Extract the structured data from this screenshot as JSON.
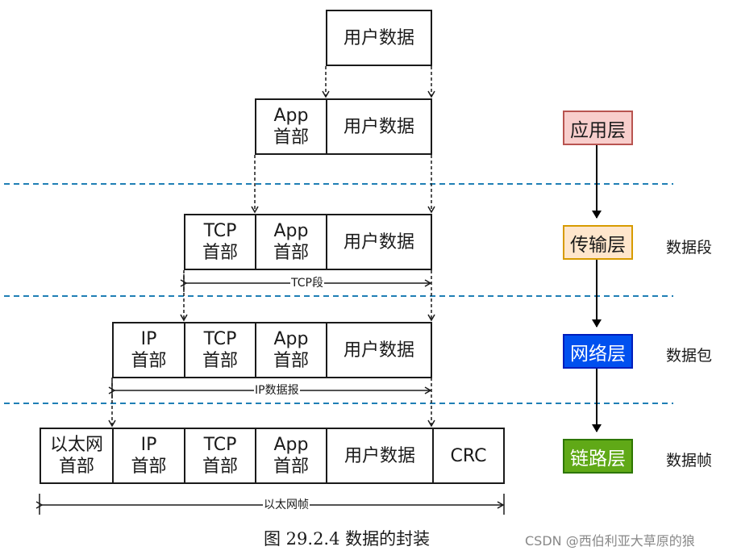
{
  "diagram": {
    "rows": [
      {
        "id": "row-user",
        "cells": [
          {
            "name": "user-data",
            "lines": [
              "用户数据"
            ]
          }
        ]
      },
      {
        "id": "row-app",
        "cells": [
          {
            "name": "app-header",
            "lines": [
              "App",
              "首部"
            ]
          },
          {
            "name": "user-data",
            "lines": [
              "用户数据"
            ]
          }
        ]
      },
      {
        "id": "row-tcp",
        "cells": [
          {
            "name": "tcp-header",
            "lines": [
              "TCP",
              "首部"
            ]
          },
          {
            "name": "app-header",
            "lines": [
              "App",
              "首部"
            ]
          },
          {
            "name": "user-data",
            "lines": [
              "用户数据"
            ]
          }
        ]
      },
      {
        "id": "row-ip",
        "cells": [
          {
            "name": "ip-header",
            "lines": [
              "IP",
              "首部"
            ]
          },
          {
            "name": "tcp-header",
            "lines": [
              "TCP",
              "首部"
            ]
          },
          {
            "name": "app-header",
            "lines": [
              "App",
              "首部"
            ]
          },
          {
            "name": "user-data",
            "lines": [
              "用户数据"
            ]
          }
        ]
      },
      {
        "id": "row-eth",
        "cells": [
          {
            "name": "ethernet-header",
            "lines": [
              "以太网",
              "首部"
            ]
          },
          {
            "name": "ip-header",
            "lines": [
              "IP",
              "首部"
            ]
          },
          {
            "name": "tcp-header",
            "lines": [
              "TCP",
              "首部"
            ]
          },
          {
            "name": "app-header",
            "lines": [
              "App",
              "首部"
            ]
          },
          {
            "name": "user-data",
            "lines": [
              "用户数据"
            ]
          },
          {
            "name": "crc",
            "lines": [
              "CRC"
            ]
          }
        ]
      }
    ],
    "spans": {
      "tcp": "TCP段",
      "ip": "IP数据报",
      "eth": "以太网帧"
    },
    "layers": [
      {
        "name": "application-layer",
        "label": "应用层",
        "fill": "#f8cecc",
        "stroke": "#b85450",
        "text": "#1a1a1a"
      },
      {
        "name": "transport-layer",
        "label": "传输层",
        "fill": "#ffe6cc",
        "stroke": "#d79b00",
        "text": "#1a1a1a"
      },
      {
        "name": "network-layer",
        "label": "网络层",
        "fill": "#0050ef",
        "stroke": "#001dbc",
        "text": "#ffffff"
      },
      {
        "name": "link-layer",
        "label": "链路层",
        "fill": "#60a917",
        "stroke": "#2d7600",
        "text": "#ffffff"
      }
    ],
    "side_labels": {
      "transport": "数据段",
      "network": "数据包",
      "link": "数据帧"
    },
    "separator_color": "#1f7fb5"
  },
  "caption": "图  29.2.4  数据的封装",
  "watermark": "CSDN @西伯利亚大草原的狼"
}
